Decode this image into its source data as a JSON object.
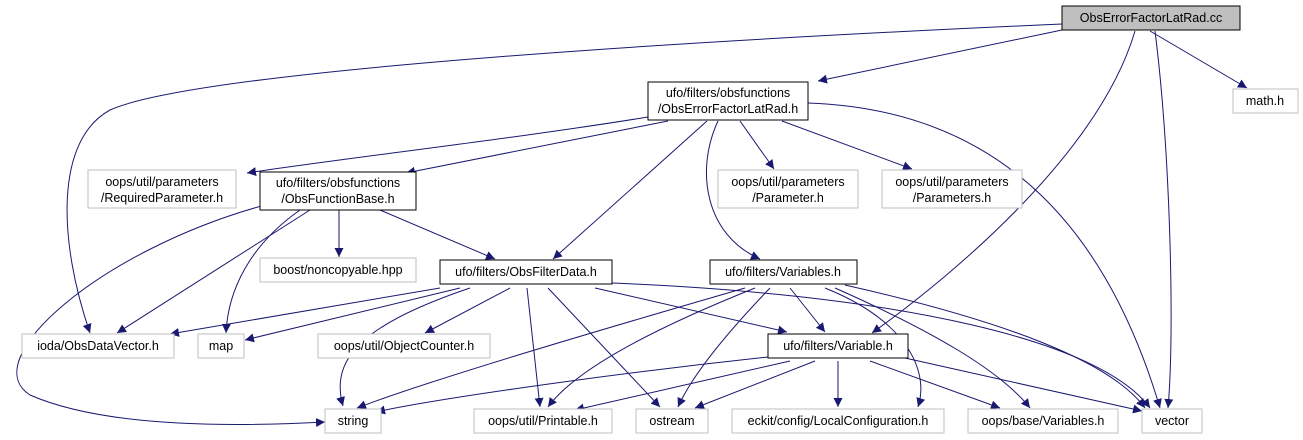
{
  "graph": {
    "edge_color": "#191970",
    "nodes": {
      "root": {
        "lines": [
          "ObsErrorFactorLatRad.cc"
        ],
        "kind": "root"
      },
      "hdr": {
        "lines": [
          "ufo/filters/obsfunctions",
          "/ObsErrorFactorLatRad.h"
        ],
        "kind": "project"
      },
      "math": {
        "lines": [
          "math.h"
        ],
        "kind": "external"
      },
      "reqparam": {
        "lines": [
          "oops/util/parameters",
          "/RequiredParameter.h"
        ],
        "kind": "external"
      },
      "funcbase": {
        "lines": [
          "ufo/filters/obsfunctions",
          "/ObsFunctionBase.h"
        ],
        "kind": "project"
      },
      "param": {
        "lines": [
          "oops/util/parameters",
          "/Parameter.h"
        ],
        "kind": "external"
      },
      "params": {
        "lines": [
          "oops/util/parameters",
          "/Parameters.h"
        ],
        "kind": "external"
      },
      "noncopy": {
        "lines": [
          "boost/noncopyable.hpp"
        ],
        "kind": "external"
      },
      "filterdata": {
        "lines": [
          "ufo/filters/ObsFilterData.h"
        ],
        "kind": "project"
      },
      "variables": {
        "lines": [
          "ufo/filters/Variables.h"
        ],
        "kind": "project"
      },
      "iodavec": {
        "lines": [
          "ioda/ObsDataVector.h"
        ],
        "kind": "external"
      },
      "map": {
        "lines": [
          "map"
        ],
        "kind": "external"
      },
      "objcounter": {
        "lines": [
          "oops/util/ObjectCounter.h"
        ],
        "kind": "external"
      },
      "variable": {
        "lines": [
          "ufo/filters/Variable.h"
        ],
        "kind": "project"
      },
      "string": {
        "lines": [
          "string"
        ],
        "kind": "external"
      },
      "printable": {
        "lines": [
          "oops/util/Printable.h"
        ],
        "kind": "external"
      },
      "ostream": {
        "lines": [
          "ostream"
        ],
        "kind": "external"
      },
      "localconf": {
        "lines": [
          "eckit/config/LocalConfiguration.h"
        ],
        "kind": "external"
      },
      "basevars": {
        "lines": [
          "oops/base/Variables.h"
        ],
        "kind": "external"
      },
      "vector": {
        "lines": [
          "vector"
        ],
        "kind": "external"
      }
    },
    "edges": [
      [
        "root",
        "hdr"
      ],
      [
        "root",
        "math"
      ],
      [
        "root",
        "iodavec"
      ],
      [
        "root",
        "variable"
      ],
      [
        "root",
        "vector"
      ],
      [
        "hdr",
        "reqparam"
      ],
      [
        "hdr",
        "funcbase"
      ],
      [
        "hdr",
        "param"
      ],
      [
        "hdr",
        "params"
      ],
      [
        "hdr",
        "filterdata"
      ],
      [
        "hdr",
        "variables"
      ],
      [
        "hdr",
        "vector"
      ],
      [
        "funcbase",
        "noncopy"
      ],
      [
        "funcbase",
        "filterdata"
      ],
      [
        "funcbase",
        "iodavec"
      ],
      [
        "funcbase",
        "map"
      ],
      [
        "funcbase",
        "string"
      ],
      [
        "filterdata",
        "iodavec"
      ],
      [
        "filterdata",
        "map"
      ],
      [
        "filterdata",
        "objcounter"
      ],
      [
        "filterdata",
        "variable"
      ],
      [
        "filterdata",
        "string"
      ],
      [
        "filterdata",
        "printable"
      ],
      [
        "filterdata",
        "ostream"
      ],
      [
        "filterdata",
        "vector"
      ],
      [
        "variables",
        "variable"
      ],
      [
        "variables",
        "string"
      ],
      [
        "variables",
        "printable"
      ],
      [
        "variables",
        "ostream"
      ],
      [
        "variables",
        "localconf"
      ],
      [
        "variables",
        "basevars"
      ],
      [
        "variables",
        "vector"
      ],
      [
        "variable",
        "string"
      ],
      [
        "variable",
        "printable"
      ],
      [
        "variable",
        "ostream"
      ],
      [
        "variable",
        "localconf"
      ],
      [
        "variable",
        "basevars"
      ],
      [
        "variable",
        "vector"
      ]
    ]
  }
}
